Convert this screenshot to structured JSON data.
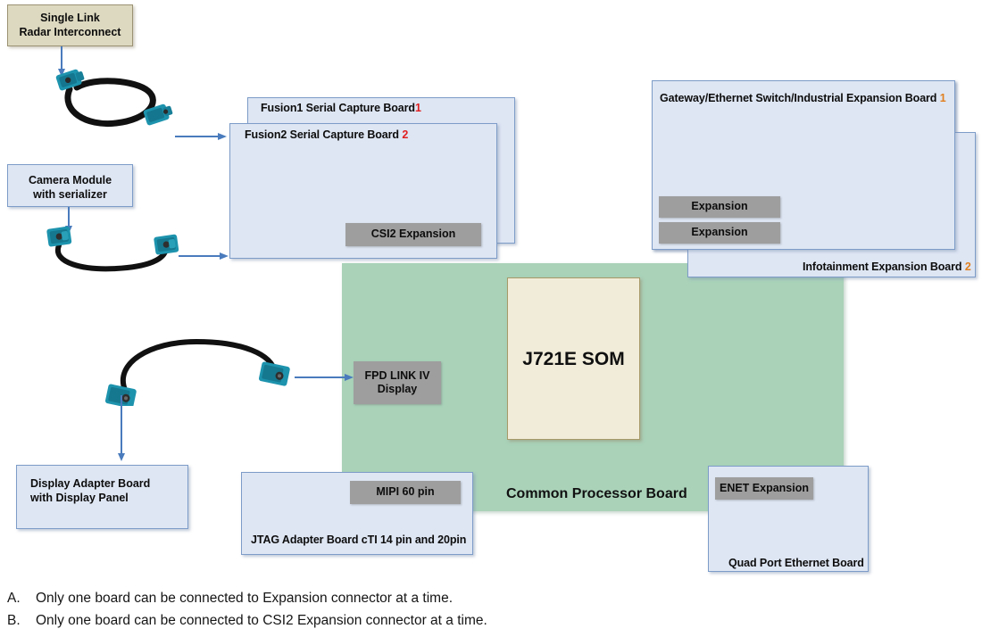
{
  "diagram": {
    "title_hidden": "",
    "colors": {
      "board_fill": "#dee6f4",
      "board_border": "#7e9cc8",
      "green_board": "#a9d2b9",
      "som_fill": "#f1ecda",
      "som_border": "#a89968",
      "tan_fill": "#ddd9c0",
      "gray_chip": "#9e9e9e",
      "arrow_blue": "#4a7cbd",
      "sup_red": "#e02020",
      "sup_orange": "#e08020",
      "connector_teal": "#1d93ae",
      "cable_black": "#151515"
    }
  },
  "boards": {
    "radar_interconnect": {
      "line1": "Single Link",
      "line2": "Radar Interconnect"
    },
    "camera_module": {
      "line1": "Camera Module",
      "line2": "with serializer"
    },
    "fusion1": {
      "label": "Fusion1 Serial Capture Board",
      "superscript": "1"
    },
    "fusion2": {
      "label": "Fusion2 Serial Capture Board",
      "superscript": "2"
    },
    "csi2_expansion_chip": "CSI2 Expansion",
    "gateway": {
      "label": "Gateway/Ethernet Switch/Industrial Expansion Board",
      "superscript": "1"
    },
    "infotainment": {
      "label": "Infotainment Expansion Board",
      "superscript": "2"
    },
    "expansion_chip_1": "Expansion",
    "expansion_chip_2": "Expansion",
    "common_processor_board": "Common Processor Board",
    "som": "J721E SOM",
    "fpd_link": {
      "line1": "FPD LINK IV",
      "line2": "Display"
    },
    "display_adapter": {
      "line1": "Display Adapter Board",
      "line2": "with Display Panel"
    },
    "jtag_adapter": {
      "label": "JTAG Adapter Board  cTI 14 pin and 20pin",
      "chip": "MIPI 60 pin"
    },
    "quad_ethernet": {
      "label": "Quad Port Ethernet Board",
      "chip": "ENET Expansion"
    }
  },
  "footnotes": [
    {
      "key": "A.",
      "text": "Only one board can be connected to Expansion connector at a time."
    },
    {
      "key": "B.",
      "text": "Only one board can be connected to CSI2 Expansion connector at a time."
    }
  ]
}
